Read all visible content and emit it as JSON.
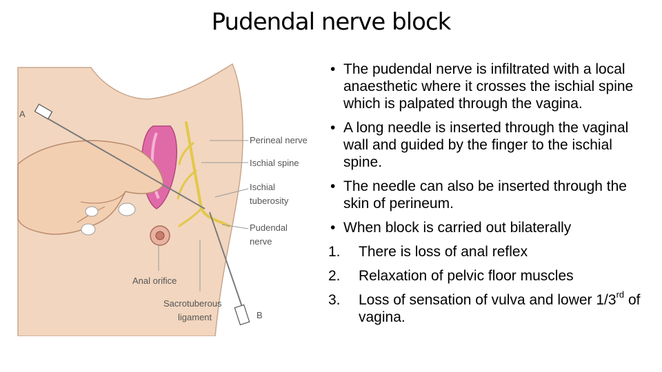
{
  "title": "Pudendal nerve block",
  "figure": {
    "labels": {
      "a": "A",
      "b": "B",
      "perineal_nerve": "Perineal nerve",
      "ischial_spine": "Ischial spine",
      "ischial": "Ischial",
      "tuberosity": "tuberosity",
      "pudendal": "Pudendal",
      "nerve": "nerve",
      "anal_orifice": "Anal orifice",
      "sacrotuberous": "Sacrotuberous",
      "ligament": "ligament"
    }
  },
  "bullets": [
    "The pudendal nerve is infiltrated with a local anaesthetic where it crosses the ischial spine which is palpated through the vagina.",
    "A long needle is inserted through the vaginal wall and guided by the finger to the ischial spine.",
    "The needle can also be inserted through the skin of perineum.",
    "When block is carried out bilaterally"
  ],
  "numbered": [
    {
      "num": "1.",
      "text": "There is loss of anal reflex"
    },
    {
      "num": "2.",
      "text": "Relaxation of pelvic floor muscles"
    },
    {
      "num": "3.",
      "text_pre": "Loss of sensation of vulva and lower 1/3",
      "sup": "rd",
      "text_post": " of vagina."
    }
  ]
}
